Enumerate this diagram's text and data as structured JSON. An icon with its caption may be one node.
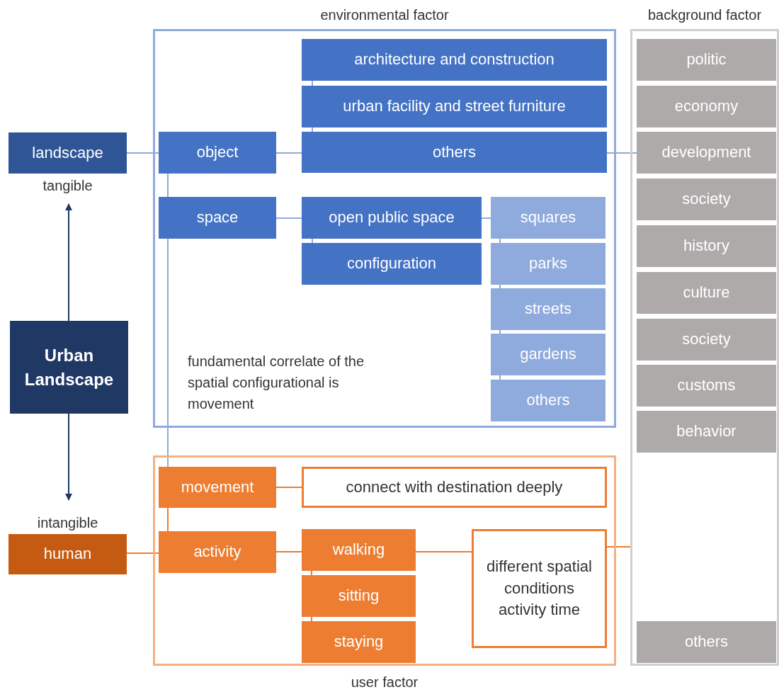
{
  "diagram": {
    "nodes": [
      {
        "text": [
          "environmental factor"
        ]
      },
      {
        "text": [
          "background factor"
        ]
      },
      {
        "text": [
          "user factor"
        ]
      },
      {
        "text": [
          "landscape"
        ],
        "beside": [
          "tangible"
        ]
      },
      {
        "text": [
          "Urban Landscape"
        ]
      },
      {
        "text": [
          "human"
        ],
        "beside": [
          "intangible"
        ]
      },
      {
        "text": [
          "object"
        ],
        "in": 0
      },
      {
        "text": [
          "space"
        ],
        "in": 0
      },
      {
        "text": [
          "architecture and construction"
        ],
        "in": 0
      },
      {
        "text": [
          "urban facility and street furniture"
        ],
        "in": 0
      },
      {
        "text": [
          "others"
        ],
        "in": 0
      },
      {
        "text": [
          "open public space"
        ],
        "in": 0
      },
      {
        "text": [
          "configuration"
        ],
        "in": 0
      },
      {
        "text": [
          "squares"
        ],
        "in": 0
      },
      {
        "text": [
          "parks"
        ],
        "in": 0
      },
      {
        "text": [
          "streets"
        ],
        "in": 0
      },
      {
        "text": [
          "gardens"
        ],
        "in": 0
      },
      {
        "text": [
          "others"
        ],
        "in": 0
      },
      {
        "text": [
          "politic"
        ],
        "in": 1
      },
      {
        "text": [
          "economy"
        ],
        "in": 1
      },
      {
        "text": [
          "development"
        ],
        "in": 1
      },
      {
        "text": [
          "society"
        ],
        "in": 1
      },
      {
        "text": [
          "history"
        ],
        "in": 1
      },
      {
        "text": [
          "culture"
        ],
        "in": 1
      },
      {
        "text": [
          "society"
        ],
        "in": 1
      },
      {
        "text": [
          "customs"
        ],
        "in": 1
      },
      {
        "text": [
          "behavior"
        ],
        "in": 1
      },
      {
        "text": [
          "others"
        ],
        "in": 1
      },
      {
        "text": [
          "movement"
        ],
        "in": 2
      },
      {
        "text": [
          "activity"
        ],
        "in": 2
      },
      {
        "text": [
          "connect with destination deeply"
        ],
        "in": 2
      },
      {
        "text": [
          "walking"
        ],
        "in": 2
      },
      {
        "text": [
          "sitting"
        ],
        "in": 2
      },
      {
        "text": [
          "staying"
        ],
        "in": 2
      },
      {
        "text": [
          "different spatial conditions activity time"
        ],
        "in": 2
      }
    ],
    "edges": [
      {
        "from": 3,
        "to": 6,
        "arrow": "none"
      },
      {
        "from": 10,
        "to": 9,
        "arrow": "none"
      },
      {
        "from": 9,
        "to": 8,
        "arrow": "none"
      },
      {
        "from": 6,
        "to": 10,
        "arrow": "none"
      },
      {
        "from": 6,
        "to": 7,
        "arrow": "none"
      },
      {
        "from": 7,
        "to": 11,
        "arrow": "none"
      },
      {
        "from": 11,
        "to": 12,
        "arrow": "none"
      },
      {
        "from": 11,
        "to": 13,
        "arrow": "none"
      },
      {
        "from": 13,
        "to": 14,
        "arrow": "none"
      },
      {
        "from": 14,
        "to": 15,
        "arrow": "none"
      },
      {
        "from": 15,
        "to": 16,
        "arrow": "none"
      },
      {
        "from": 16,
        "to": 17,
        "arrow": "none"
      },
      {
        "from": 10,
        "to": 20,
        "arrow": "none"
      },
      {
        "from": 7,
        "to": 28,
        "arrow": "none"
      },
      {
        "from": 28,
        "to": 29,
        "arrow": "none",
        "color": "#ed7d31"
      },
      {
        "from": 28,
        "to": 30,
        "arrow": "none",
        "color": "#ed7d31"
      },
      {
        "from": 5,
        "to": 29,
        "arrow": "none",
        "color": "#ed7d31"
      },
      {
        "from": 29,
        "to": 31,
        "arrow": "none",
        "color": "#ed7d31"
      },
      {
        "from": 31,
        "to": 32,
        "arrow": "none",
        "color": "#ed7d31"
      },
      {
        "from": 32,
        "to": 33,
        "arrow": "none",
        "color": "#ed7d31"
      },
      {
        "from": 31,
        "to": 34,
        "arrow": "none",
        "color": "#ed7d31"
      },
      {
        "from": 34,
        "to": 1,
        "arrow": "none",
        "color": "#ed7d31"
      },
      {
        "from": 4,
        "to": 3,
        "arrow": "to",
        "color": "#203864"
      },
      {
        "from": 4,
        "to": 5,
        "arrow": "to",
        "color": "#203864"
      }
    ],
    "labels": [
      "fundamental correlate of the spatial configurational is movement"
    ]
  }
}
